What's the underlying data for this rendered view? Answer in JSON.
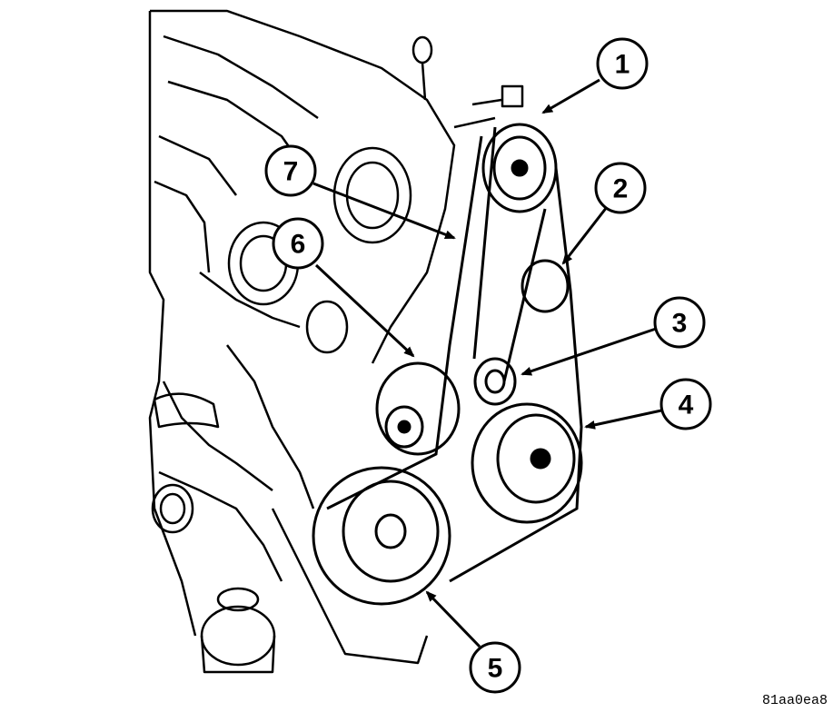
{
  "callouts": [
    {
      "number": "1"
    },
    {
      "number": "2"
    },
    {
      "number": "3"
    },
    {
      "number": "4"
    },
    {
      "number": "5"
    },
    {
      "number": "6"
    },
    {
      "number": "7"
    }
  ],
  "figure_code": "81aa0ea8",
  "colors": {
    "ink": "#000000",
    "paper": "#ffffff"
  }
}
